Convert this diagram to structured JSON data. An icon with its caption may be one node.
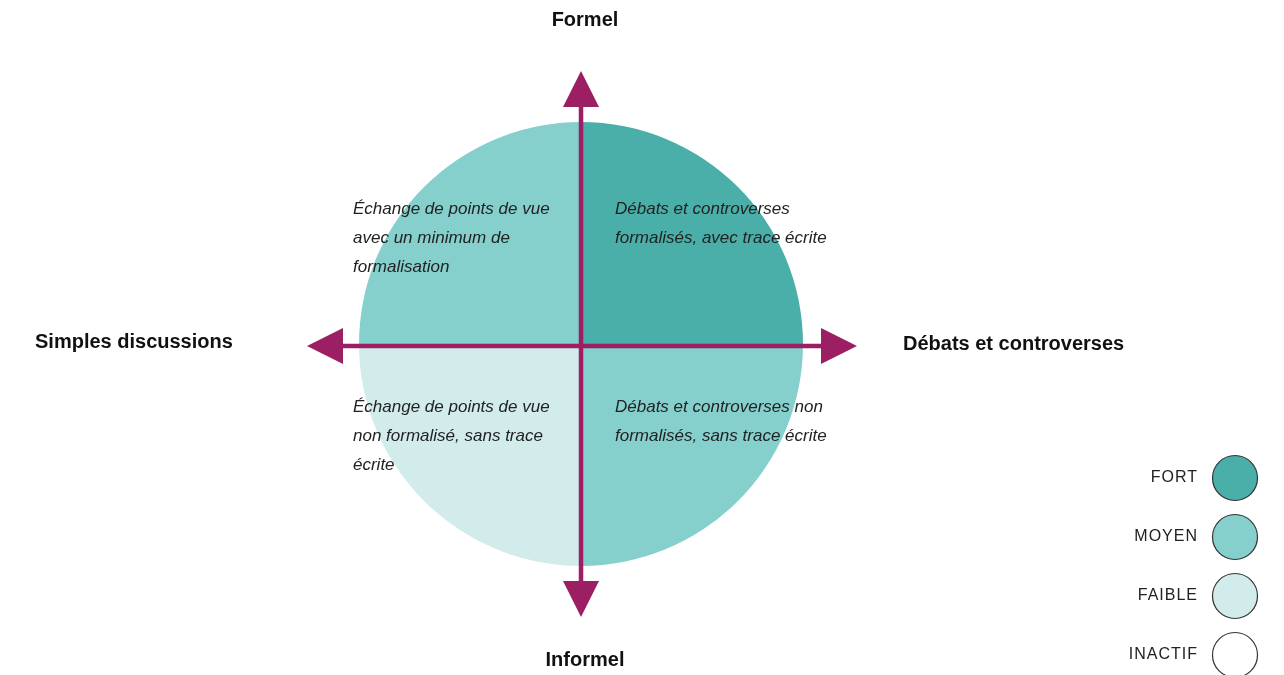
{
  "diagram": {
    "nodes": [
      {
        "text": [
          "Échange de points de vue avec un minimum de formalisation"
        ]
      },
      {
        "text": [
          "Débats et controverses formalisés, avec trace écrite"
        ]
      },
      {
        "text": [
          "Échange de points de vue non formalisé, sans trace écrite"
        ]
      },
      {
        "text": [
          "Débats et controverses non formalisés, sans trace écrite"
        ]
      }
    ],
    "edges": [],
    "labels": [
      "Formel",
      "Simples discussions",
      "Débats et controverses",
      "Informel"
    ],
    "legend": [
      {
        "text": "FORT",
        "color": "#4aaea9"
      },
      {
        "text": "MOYEN",
        "color": "#85d0cd"
      },
      {
        "text": "FAIBLE",
        "color": "#d2ecec"
      },
      {
        "text": "INACTIF",
        "color": "#ffffff"
      }
    ]
  }
}
